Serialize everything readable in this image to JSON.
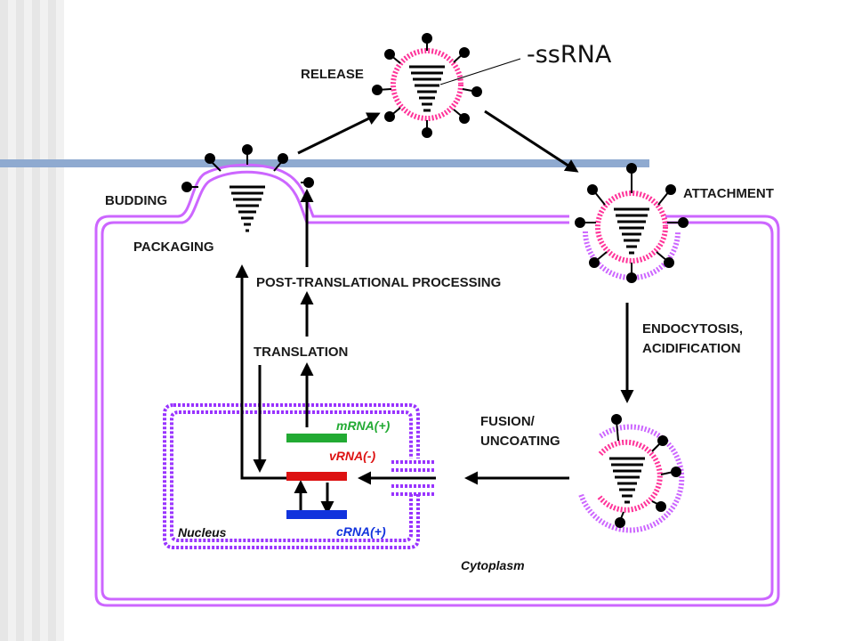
{
  "title_callout": "-ssRNA",
  "labels": {
    "release": "RELEASE",
    "budding": "BUDDING",
    "packaging": "PACKAGING",
    "attachment": "ATTACHMENT",
    "post_translational": "POST-TRANSLATIONAL PROCESSING",
    "translation": "TRANSLATION",
    "endocytosis_1": "ENDOCYTOSIS,",
    "endocytosis_2": "ACIDIFICATION",
    "fusion_1": "FUSION/",
    "fusion_2": "UNCOATING",
    "nucleus": "Nucleus",
    "cytoplasm": "Cytoplasm",
    "mrna": "mRNA(+)",
    "vrna": "vRNA(-)",
    "crna": "cRNA(+)"
  },
  "colors": {
    "membrane": "#cc66ff",
    "nucleus_membrane": "#9933ff",
    "virion_envelope": "#ff3399",
    "mrna_bar": "#22aa33",
    "vrna_bar": "#dd1111",
    "crna_bar": "#1133dd",
    "slide_bar": "#8faad0"
  }
}
